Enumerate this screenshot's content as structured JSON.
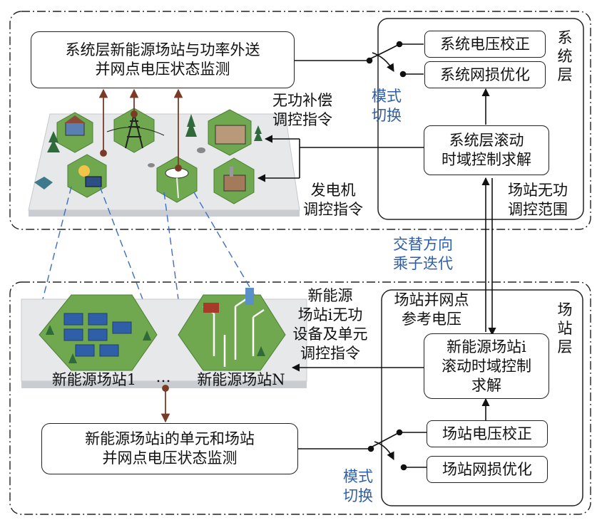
{
  "system_layer": {
    "monitor_box": "系统层新能源场站与功率外送\n并网点电压状态监测",
    "voltage_correction": "系统电压校正",
    "loss_optimization": "系统网损优化",
    "rolling_solve": "系统层滚动\n时域控制求解",
    "layer_label": "系\n统\n层",
    "mode_switch": "模式\n切换",
    "reactive_cmd": "无功补偿\n调控指令",
    "generator_cmd": "发电机\n调控指令",
    "station_range": "场站无功\n调控范围"
  },
  "middle": {
    "alternating": "交替方向\n乘子迭代"
  },
  "station_layer": {
    "ref_voltage": "场站并网点\n参考电压",
    "device_cmd": "新能源\n场站i无功\n设备及单元\n调控指令",
    "rolling_solve": "新能源场站i\n滚动时域控制\n求解",
    "voltage_correction": "场站电压校正",
    "loss_optimization": "场站网损优化",
    "monitor_box": "新能源场站i的单元和场站\n并网点电压状态监测",
    "layer_label": "场\n站\n层",
    "mode_switch": "模式\n切换",
    "station1_label": "新能源场站1",
    "ellipsis": "…",
    "stationN_label": "新能源场站N"
  },
  "colors": {
    "accent_blue": "#2f5fa8",
    "brown_arrow": "#7a3a26",
    "dash_blue": "#3a6fc4"
  }
}
